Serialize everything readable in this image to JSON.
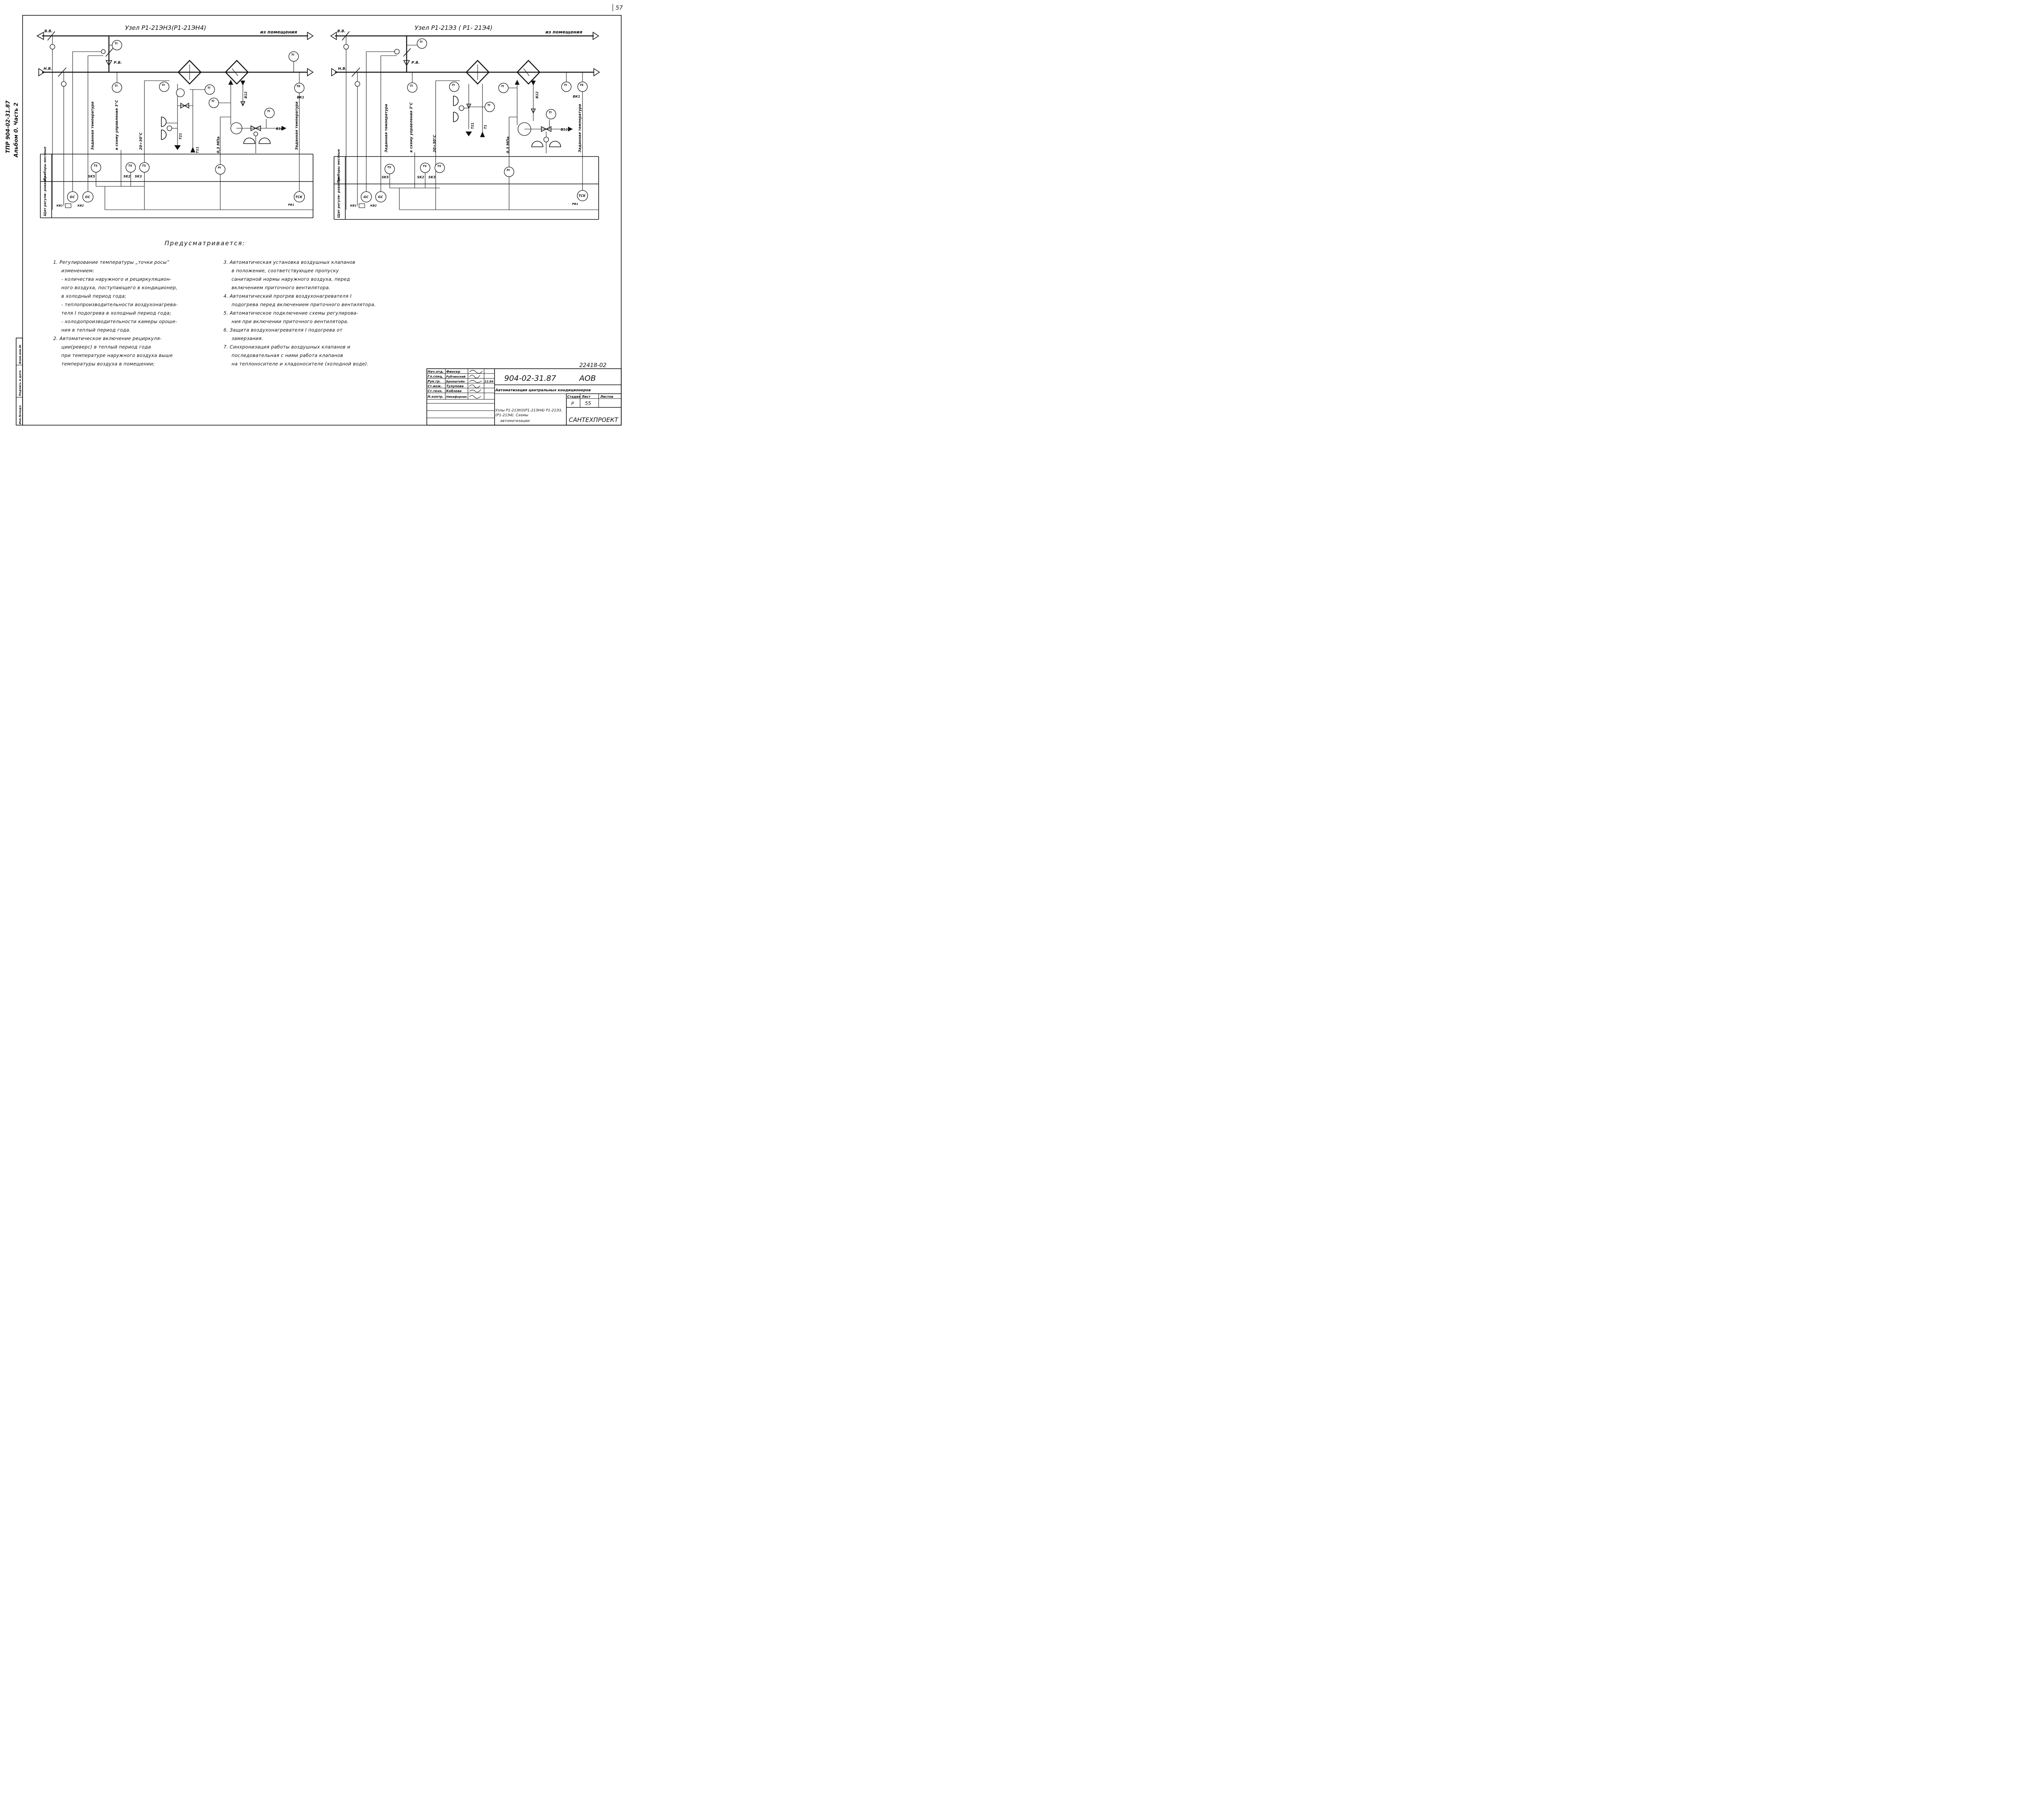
{
  "page_number": "57",
  "side_title": {
    "line1": "ТПР 904-02-31.87",
    "line2": "Альбом 0. Часть 2"
  },
  "left": {
    "title": "Узел Р1-21ЭН3(Р1-21ЭН4)",
    "from_room": "из помещения",
    "bb": "В.В.",
    "hb": "Н.В.",
    "pb": "Р.В.",
    "labels": {
      "setpoint": "Заданная температура",
      "to_scheme": "в схему управления 3°С",
      "range": "20÷30°С",
      "pressure": "0,3 МПа",
      "setpoint2": "Заданная температура"
    },
    "tags": {
      "bk1": "ВК1",
      "b12": "В12",
      "b10": "В10",
      "t21": "Т21",
      "t11": "Т11",
      "sk5": "SK5",
      "sk2": "SK2",
      "sk3": "SK3",
      "kb1": "КВ1",
      "kb2": "КВ2",
      "pb1": "РВ1"
    }
  },
  "right": {
    "title": "Узел Р1-21Э3 ( Р1- 21Э4)",
    "from_room": "из помещения",
    "bb": "В.В.",
    "hb": "Н.В.",
    "pb": "Р.В.",
    "labels": {
      "setpoint": "Заданная температура",
      "to_scheme": "в схему управления 3°С",
      "range": "20÷30°С",
      "pressure": "0,3 МПа",
      "setpoint2": "Заданная температура"
    },
    "tags": {
      "bk1": "ВК1",
      "b12": "В12",
      "b10": "В10",
      "t21": "Т21",
      "t1": "Т1",
      "sk5": "SK5",
      "sk2": "SK2",
      "sk3": "SK3",
      "kb1": "КВ1",
      "kb2": "КВ2",
      "pb1": "РВ1"
    }
  },
  "rows": {
    "local": "Приборы местные",
    "panel": "Щит регули- рования"
  },
  "instruments": {
    "ti": "TI",
    "te": "TE",
    "ts": "TS",
    "pi": "PI",
    "gc": "GC",
    "tck": "TCK"
  },
  "notes_title": "Предусматривается:",
  "notes_left": [
    "1. Регулирование температуры „точки росы”",
    "изменением:",
    "- количества наружного и рециркуляцион-",
    "ного воздуха, поступающего в кондиционер,",
    "в холодный период года;",
    "- теплопроизводительности воздухонагрева-",
    "теля I подогрева в холодный период года;",
    "- холодопроизводительности камеры ороше-",
    "ния в теплый период года.",
    "2. Автоматическое включение рециркуля-",
    "ции(реверс) в теплый период года",
    "при температуре наружного воздуха выше",
    "температуры воздуха в помещении;"
  ],
  "notes_right": [
    "3. Автоматическая установка воздушных клапанов",
    "в положение, соответствующее пропуску",
    "санитарной нормы наружного воздуха, перед",
    "включением приточного вентилятора.",
    "4. Автоматический прогрев воздухонагревателя I",
    "подогрева перед включением приточного вентилятора.",
    "5. Автоматическое подключение схемы регулирова-",
    "ния при включении приточного вентилятора.",
    "6. Защита воздухонагревателя I подогрева от",
    "замерзания.",
    "7. Синхронизация работы воздушных клапанов и",
    "последовательная с ними работа клапанов",
    "на теплоносителе и хладоносителе (холодной воде)."
  ],
  "stamp": {
    "inventory": "22418-02",
    "code": "904-02-31.87",
    "suffix": "АОВ",
    "roles": [
      "Нач.отд.",
      "Гл.спец.",
      "Рук.гр.",
      "Ст.инж.",
      "Ст.техн.",
      "Н.контр."
    ],
    "names": [
      "Финсер",
      "Рубчинский",
      "Бронштейн",
      "Тулупова",
      "Кобзева",
      "Никифорова"
    ],
    "date": "12.84",
    "project": "Автоматизация центральных кондиционеров",
    "sheet_title": [
      "Узлы Р1-21ЭН3(Р1-21ЭН4) Р1-21Э3,",
      "(Р1-21Э4). Схемы",
      "автоматизации"
    ],
    "stage_label": "Стадия",
    "sheet_label": "Лист",
    "sheets_label": "Листов",
    "stage": "Р",
    "sheet": "55",
    "org": "САНТЕХПРОЕКТ",
    "margin_labels": [
      "Инв.№подл.",
      "Подпись и дата",
      "Взам.инв.№"
    ]
  }
}
